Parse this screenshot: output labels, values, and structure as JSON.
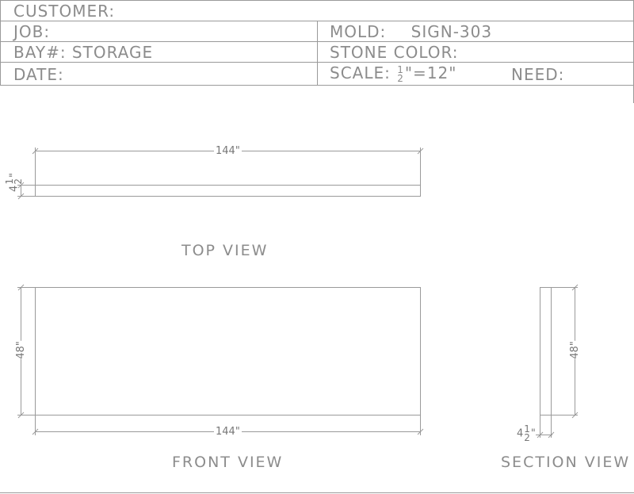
{
  "title_block": {
    "customer": "CUSTOMER:",
    "job": "JOB:",
    "bay_label": "BAY#:",
    "bay_value": "STORAGE",
    "date": "DATE:",
    "mold_label": "MOLD:",
    "mold_value": "SIGN-303",
    "stone_color": "STONE COLOR:",
    "scale_label": "SCALE:",
    "scale_frac_num": "1",
    "scale_frac_den": "2",
    "scale_rest": "\"=12\"",
    "need": "NEED:"
  },
  "views": {
    "top": {
      "label": "TOP VIEW",
      "length": "144\"",
      "thick_whole": "4",
      "thick_num": "1",
      "thick_den": "2",
      "thick_unit": "\""
    },
    "front": {
      "label": "FRONT VIEW",
      "length": "144\"",
      "height": "48\""
    },
    "section": {
      "label": "SECTION VIEW",
      "height": "48\"",
      "thick_whole": "4",
      "thick_num": "1",
      "thick_den": "2",
      "thick_unit": "\""
    }
  }
}
